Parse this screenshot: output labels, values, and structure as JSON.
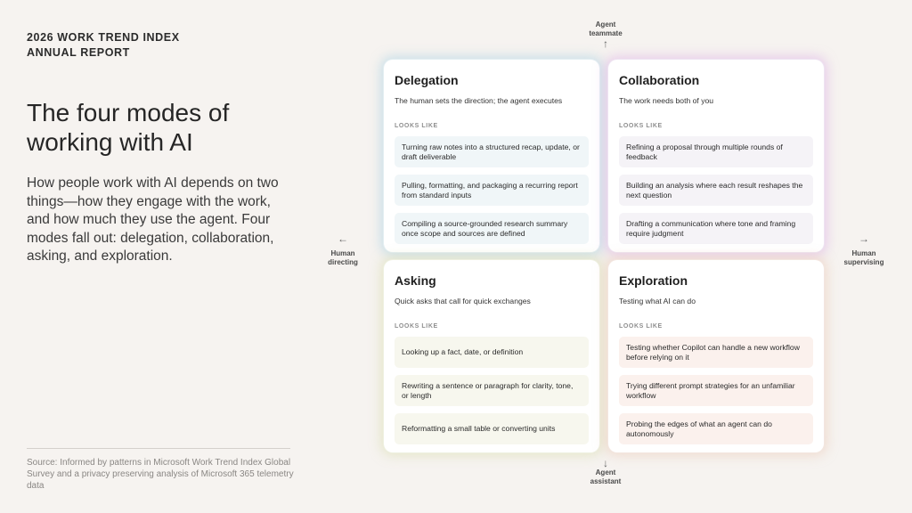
{
  "report": {
    "line1": "2026 WORK TREND INDEX",
    "line2": "ANNUAL REPORT"
  },
  "headline": {
    "line1": "The four modes of",
    "line2": "working with AI"
  },
  "intro": "How people work with AI depends on two things—how they engage with the work, and how much they use the agent. Four modes fall out: delegation, collaboration, asking, and exploration.",
  "source": "Source: Informed by patterns in Microsoft Work Trend Index Global Survey and a privacy preserving analysis of Microsoft 365 telemetry data",
  "axes": {
    "top": {
      "line1": "Agent",
      "line2": "teammate"
    },
    "bottom": {
      "line1": "Agent",
      "line2": "assistant"
    },
    "left": {
      "line1": "Human",
      "line2": "directing"
    },
    "right": {
      "line1": "Human",
      "line2": "supervising"
    }
  },
  "icons": {
    "up": "arrow-up-icon",
    "down": "arrow-down-icon",
    "left": "arrow-left-icon",
    "right": "arrow-right-icon"
  },
  "quadrants": {
    "delegation": {
      "title": "Delegation",
      "description": "The human sets the direction; the agent executes",
      "looks_like": "LOOKS LIKE",
      "items": [
        "Turning raw notes into a structured recap, update, or draft deliverable",
        "Pulling, formatting, and packaging a recurring report from standard inputs",
        "Compiling a source-grounded research summary once scope and sources are defined"
      ]
    },
    "collaboration": {
      "title": "Collaboration",
      "description": "The work needs both of you",
      "looks_like": "LOOKS LIKE",
      "items": [
        "Refining a proposal through multiple rounds of feedback",
        "Building an analysis where each result reshapes the next question",
        "Drafting a communication where tone and framing require judgment"
      ]
    },
    "asking": {
      "title": "Asking",
      "description": "Quick asks that call for quick exchanges",
      "looks_like": "LOOKS LIKE",
      "items": [
        "Looking up a fact, date, or definition",
        "Rewriting a sentence or paragraph for clarity, tone, or length",
        "Reformatting a small table or converting units"
      ]
    },
    "exploration": {
      "title": "Exploration",
      "description": "Testing what AI can do",
      "looks_like": "LOOKS LIKE",
      "items": [
        "Testing whether Copilot can handle a new workflow before relying on it",
        "Trying different prompt strategies for an unfamiliar workflow",
        "Probing the edges of what an agent can do autonomously"
      ]
    }
  }
}
